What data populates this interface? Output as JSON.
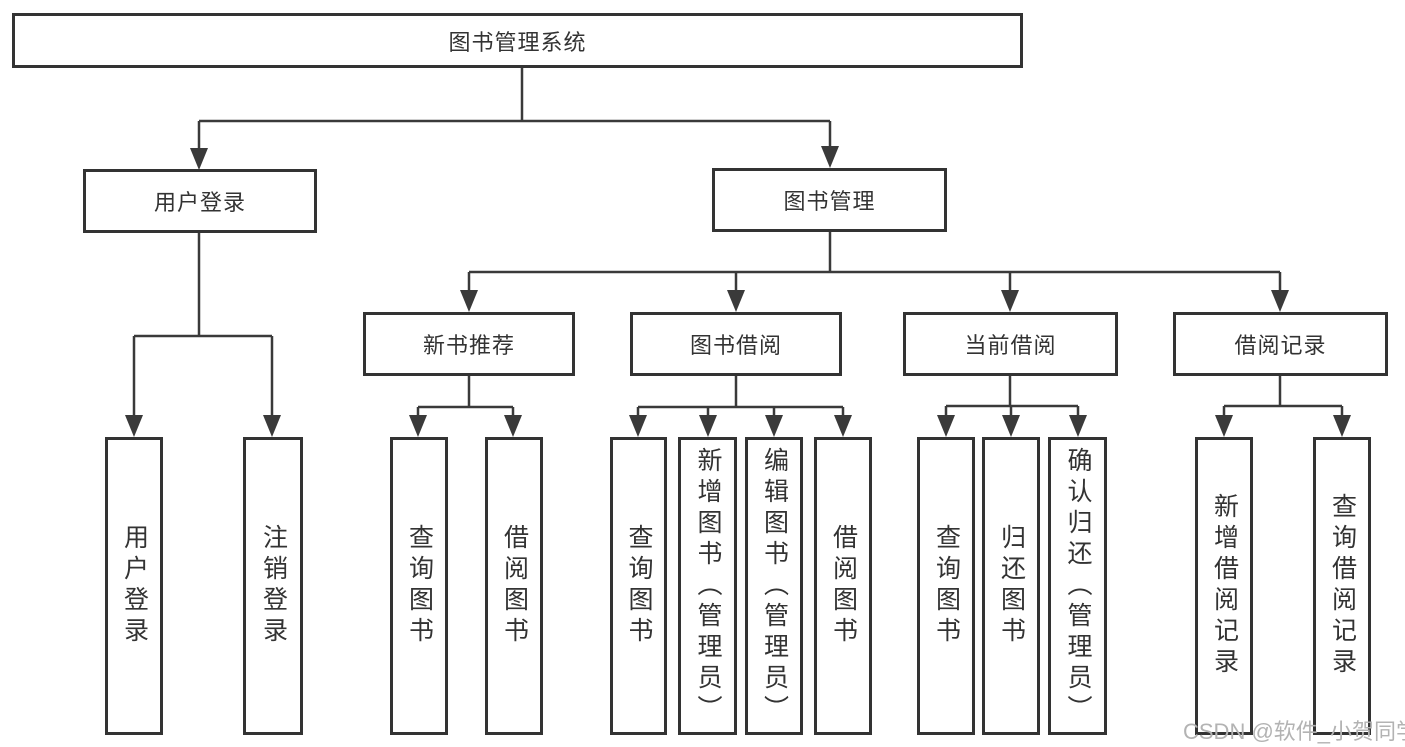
{
  "diagram": {
    "root": "图书管理系统",
    "branches": [
      {
        "label": "用户登录",
        "children": [
          "用户登录",
          "注销登录"
        ]
      },
      {
        "label": "图书管理",
        "children": [
          {
            "label": "新书推荐",
            "children": [
              "查询图书",
              "借阅图书"
            ]
          },
          {
            "label": "图书借阅",
            "children": [
              "查询图书",
              "新增图书（管理员）",
              "编辑图书（管理员）",
              "借阅图书"
            ]
          },
          {
            "label": "当前借阅",
            "children": [
              "查询图书",
              "归还图书",
              "确认归还（管理员）"
            ]
          },
          {
            "label": "借阅记录",
            "children": [
              "新增借阅记录",
              "查询借阅记录"
            ]
          }
        ]
      }
    ]
  },
  "watermark": {
    "text": "CSDN @软件_小贺同学"
  },
  "colors": {
    "line": "#3a3a3a",
    "border": "#333333",
    "text": "#333333",
    "watermark": "#b3b3b3",
    "background": "#ffffff"
  }
}
